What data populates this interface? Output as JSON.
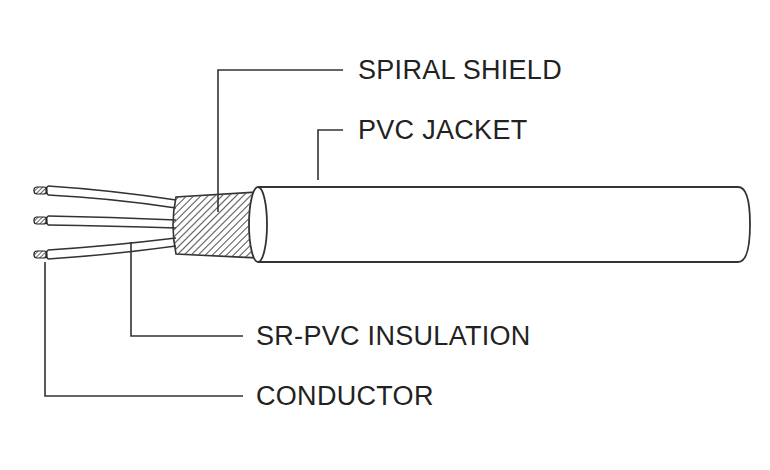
{
  "diagram": {
    "labels": [
      "SPIRAL SHIELD",
      "PVC JACKET",
      "SR-PVC INSULATION",
      "CONDUCTOR"
    ]
  }
}
